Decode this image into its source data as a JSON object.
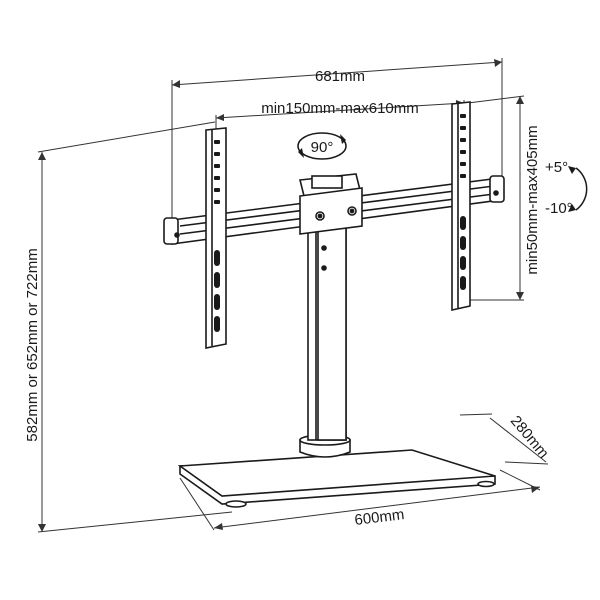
{
  "dimensions": {
    "overall_width": "681mm",
    "vesa_horizontal": "min150mm-max610mm",
    "vesa_vertical": "min50mm-max405mm",
    "height_options": "582mm or 652mm or 722mm",
    "base_width": "600mm",
    "base_depth": "280mm"
  },
  "rotation": {
    "swivel": "90°",
    "tilt_up": "+5°",
    "tilt_down": "-10°"
  },
  "colors": {
    "line": "#1a1a1a",
    "dim_line": "#333333",
    "fill": "#ffffff",
    "slot": "#1a1a1a"
  }
}
